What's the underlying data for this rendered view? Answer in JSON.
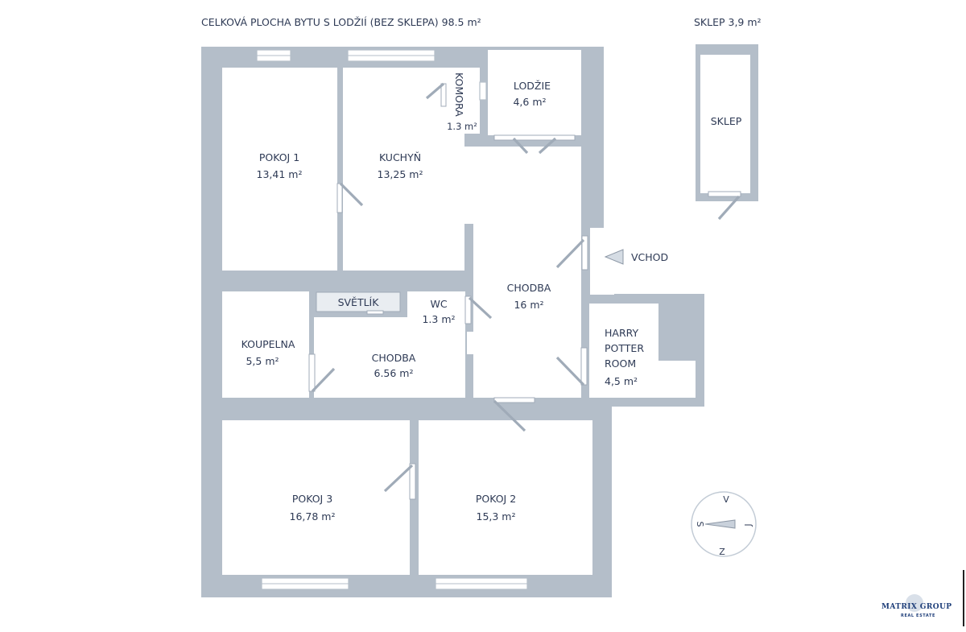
{
  "header": {
    "total_area": "CELKOVÁ PLOCHA BYTU S LODŽIÍ (BEZ SKLEPA) 98.5 m²",
    "cellar_area": "SKLEP 3,9 m²"
  },
  "rooms": {
    "pokoj1": {
      "name": "POKOJ 1",
      "area": "13,41 m²"
    },
    "kuchyn": {
      "name": "KUCHYŇ",
      "area": "13,25 m²"
    },
    "komora": {
      "name": "KOMORA",
      "area": "1.3 m²"
    },
    "lodzie": {
      "name": "LODŽIE",
      "area": "4,6 m²"
    },
    "sklep": {
      "name": "SKLEP"
    },
    "svetlik": {
      "name": "SVĚTLÍK"
    },
    "wc": {
      "name": "WC",
      "area": "1.3 m²"
    },
    "chodba_main": {
      "name": "CHODBA",
      "area": "16 m²"
    },
    "koupelna": {
      "name": "KOUPELNA",
      "area": "5,5 m²"
    },
    "chodba_small": {
      "name": "CHODBA",
      "area": "6.56 m²"
    },
    "harry": {
      "line1": "HARRY",
      "line2": "POTTER",
      "line3": "ROOM",
      "area": "4,5 m²"
    },
    "pokoj3": {
      "name": "POKOJ 3",
      "area": "16,78 m²"
    },
    "pokoj2": {
      "name": "POKOJ 2",
      "area": "15,3 m²"
    }
  },
  "entrance": {
    "label": "VCHOD"
  },
  "compass": {
    "north": "V",
    "south": "Z",
    "west": "S",
    "east": "J"
  },
  "logo": {
    "name": "MATRIX GROUP",
    "sub": "REAL ESTATE"
  },
  "colors": {
    "wall": "#b4bec9",
    "text": "#2e3a55",
    "logo": "#1f3f7a"
  }
}
